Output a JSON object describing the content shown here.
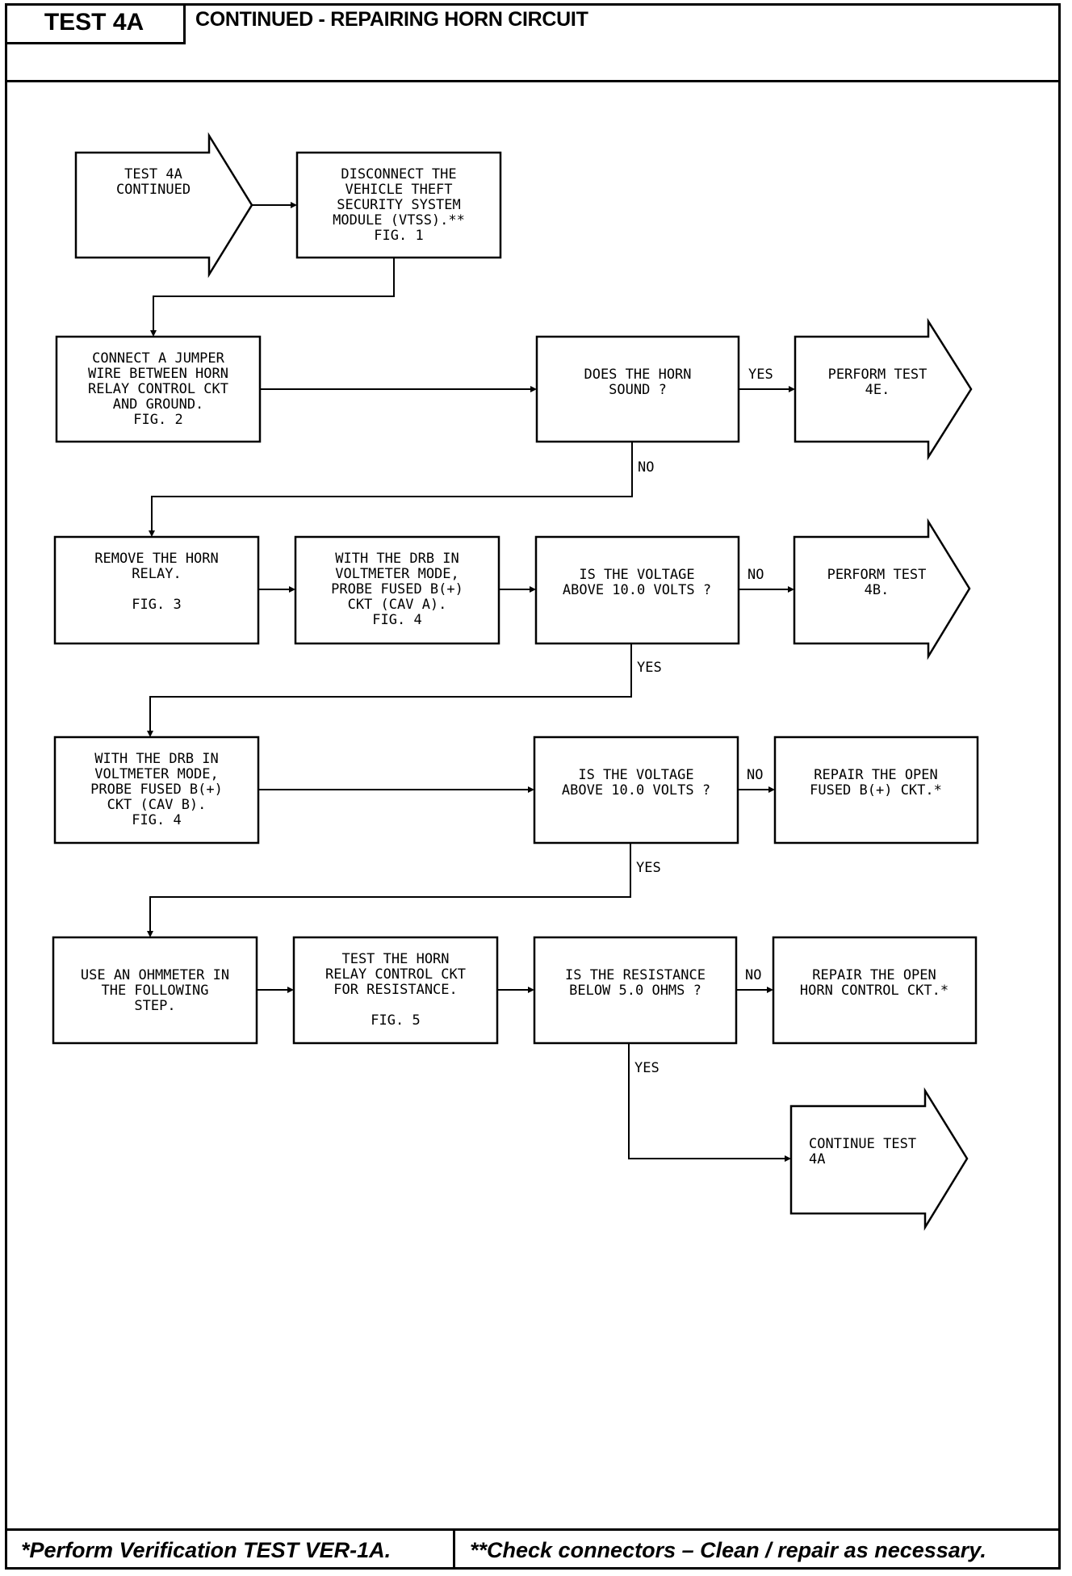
{
  "header": {
    "test_id": "TEST 4A",
    "title": "CONTINUED - REPAIRING HORN CIRCUIT"
  },
  "footer": {
    "left_note": "*Perform Verification TEST VER-1A.",
    "right_note": "**Check connectors – Clean / repair as necessary."
  },
  "flowchart": {
    "start": [
      "TEST 4A",
      "CONTINUED"
    ],
    "step1": [
      "DISCONNECT THE",
      "VEHICLE THEFT",
      "SECURITY SYSTEM",
      "MODULE (VTSS).**",
      "FIG. 1"
    ],
    "step2": [
      "CONNECT A JUMPER",
      "WIRE BETWEEN HORN",
      "RELAY CONTROL CKT",
      "AND GROUND.",
      "FIG. 2"
    ],
    "q1": [
      "DOES THE HORN",
      "SOUND ?"
    ],
    "q1_yes_result": [
      "PERFORM TEST",
      "4E."
    ],
    "step3": [
      "REMOVE THE HORN",
      "RELAY.",
      "FIG. 3"
    ],
    "step4": [
      "WITH THE DRB IN",
      "VOLTMETER MODE,",
      "PROBE FUSED B(+)",
      "CKT (CAV A).",
      "FIG. 4"
    ],
    "q2": [
      "IS THE VOLTAGE",
      "ABOVE 10.0 VOLTS ?"
    ],
    "q2_no_result": [
      "PERFORM TEST",
      "4B."
    ],
    "step5": [
      "WITH THE DRB IN",
      "VOLTMETER MODE,",
      "PROBE FUSED B(+)",
      "CKT (CAV B).",
      "FIG. 4"
    ],
    "q3": [
      "IS THE VOLTAGE",
      "ABOVE 10.0 VOLTS ?"
    ],
    "q3_no_result": [
      "REPAIR THE OPEN",
      "FUSED B(+) CKT.*"
    ],
    "step6": [
      "USE AN OHMMETER IN",
      "THE FOLLOWING",
      "STEP."
    ],
    "step7": [
      "TEST THE HORN",
      "RELAY CONTROL CKT",
      "FOR RESISTANCE.",
      "FIG. 5"
    ],
    "q4": [
      "IS THE RESISTANCE",
      "BELOW 5.0 OHMS ?"
    ],
    "q4_no_result": [
      "REPAIR THE OPEN",
      "HORN CONTROL CKT.*"
    ],
    "end": [
      "CONTINUE TEST",
      "4A"
    ],
    "labels": {
      "yes": "YES",
      "no": "NO"
    }
  }
}
